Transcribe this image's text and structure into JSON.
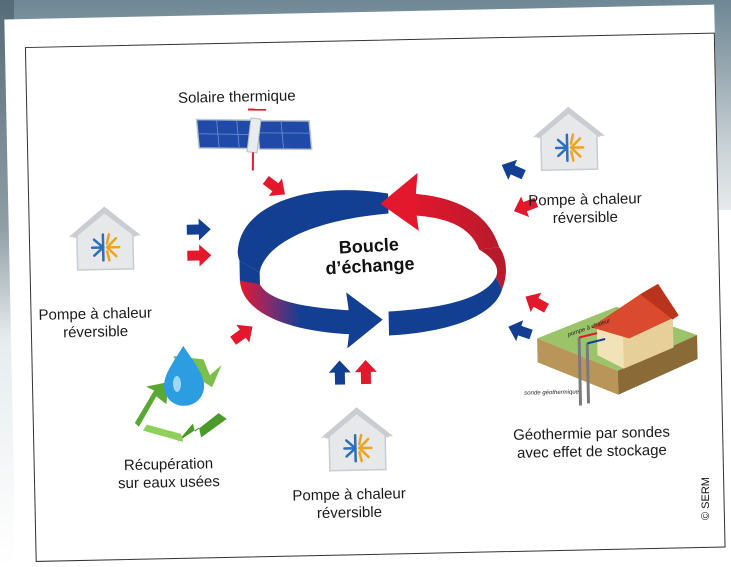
{
  "center": {
    "line1": "Boucle",
    "line2": "d’échange"
  },
  "nodes": {
    "solar": {
      "label": "Solaire thermique"
    },
    "pac_top_right": {
      "line1": "Pompe à chaleur",
      "line2": "réversible"
    },
    "pac_left": {
      "line1": "Pompe à chaleur",
      "line2": "réversible"
    },
    "pac_bottom": {
      "line1": "Pompe à chaleur",
      "line2": "réversible"
    },
    "recovery": {
      "line1": "Récupération",
      "line2": "sur eaux usées"
    },
    "geothermal": {
      "line1": "Géothermie par sondes",
      "line2": "avec effet de stockage",
      "tag_exchanger": "pompe à chaleur",
      "tag_probe": "sonde géothermique"
    }
  },
  "copyright": "© SERM",
  "colors": {
    "blue": "#123f92",
    "red": "#e3182d",
    "house_wall": "#e6e8ea",
    "house_roof": "#c9ccd0",
    "ground_green": "#9bc46a",
    "roof_red": "#d94a2e",
    "water_drop": "#2b9de0",
    "recycle_green": "#5aa832"
  },
  "icons": [
    "house-heatpump-icon",
    "solar-panel-icon",
    "water-drop-icon",
    "recycle-icon",
    "geothermal-house-icon",
    "arrow-icon"
  ]
}
